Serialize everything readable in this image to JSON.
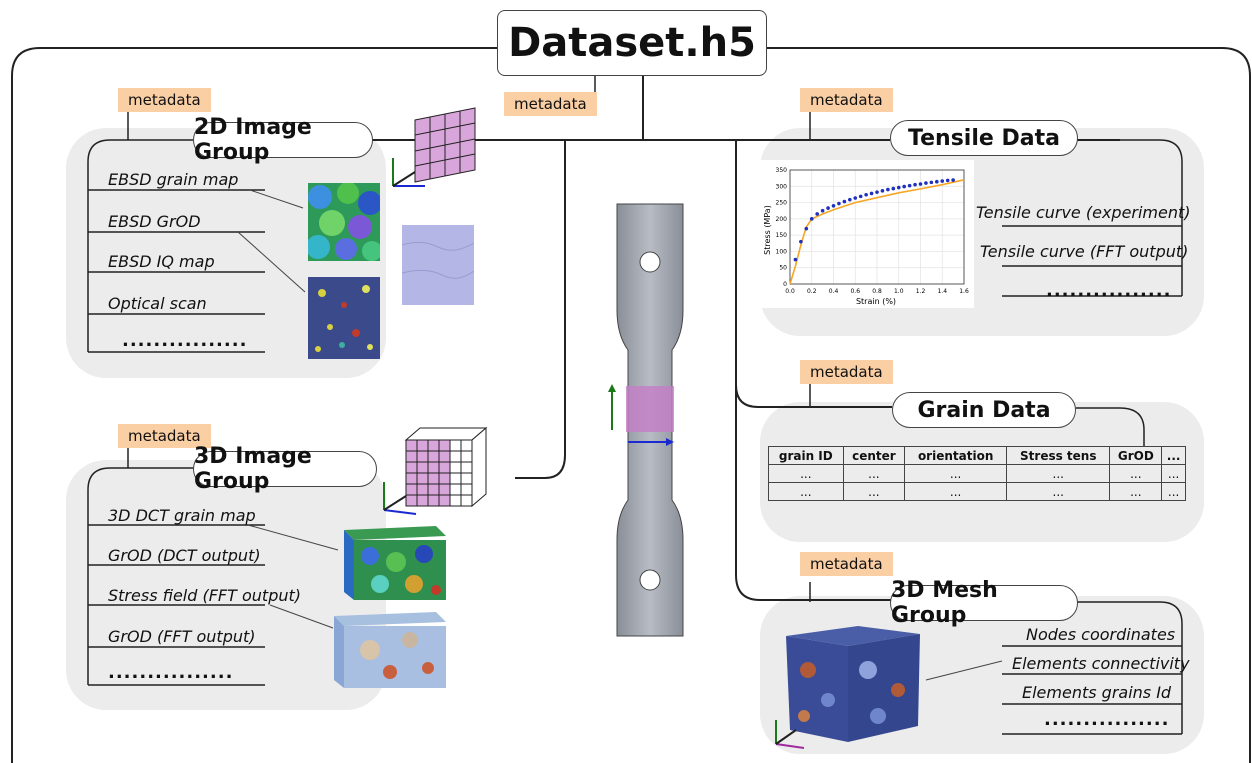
{
  "root": {
    "title": "Dataset.h5",
    "metadata": "metadata"
  },
  "image2d": {
    "label": "2D Image Group",
    "metadata": "metadata",
    "items": [
      "EBSD grain map",
      "EBSD GrOD",
      "EBSD IQ map",
      "Optical scan"
    ],
    "ellipsis": "................"
  },
  "image3d": {
    "label": "3D Image Group",
    "metadata": "metadata",
    "items": [
      "3D DCT grain map",
      "GrOD (DCT output)",
      "Stress field (FFT output)",
      "GrOD (FFT output)"
    ],
    "ellipsis": "................"
  },
  "tensile": {
    "label": "Tensile Data",
    "metadata": "metadata",
    "items": [
      "Tensile curve (experiment)",
      "Tensile curve (FFT output)"
    ],
    "ellipsis": "................"
  },
  "grain": {
    "label": "Grain Data",
    "metadata": "metadata",
    "headers": [
      "grain ID",
      "center",
      "orientation",
      "Stress tens",
      "GrOD",
      "..."
    ],
    "rows": [
      [
        "...",
        "...",
        "...",
        "...",
        "...",
        "..."
      ],
      [
        "...",
        "...",
        "...",
        "...",
        "...",
        "..."
      ]
    ]
  },
  "mesh": {
    "label": "3D Mesh  Group",
    "metadata": "metadata",
    "items": [
      "Nodes coordinates",
      "Elements connectivity",
      "Elements  grains Id"
    ],
    "ellipsis": "................"
  },
  "chart_data": {
    "type": "line",
    "xlabel": "Strain (%)",
    "ylabel": "Stress (MPa)",
    "xlim": [
      0,
      1.6
    ],
    "ylim": [
      0,
      350
    ],
    "xticks": [
      0.0,
      0.2,
      0.4,
      0.6,
      0.8,
      1.0,
      1.2,
      1.4,
      1.6
    ],
    "yticks": [
      0,
      50,
      100,
      150,
      200,
      250,
      300,
      350
    ],
    "grid": true,
    "series": [
      {
        "style": "line",
        "color": "#f5a623",
        "x": [
          0,
          0.05,
          0.1,
          0.15,
          0.2,
          0.3,
          0.4,
          0.6,
          0.8,
          1.0,
          1.2,
          1.4,
          1.6
        ],
        "y": [
          0,
          55,
          120,
          175,
          200,
          215,
          228,
          250,
          265,
          280,
          292,
          305,
          320
        ]
      },
      {
        "style": "markers",
        "color": "#1f2fbf",
        "x": [
          0.05,
          0.1,
          0.15,
          0.2,
          0.25,
          0.3,
          0.35,
          0.4,
          0.45,
          0.5,
          0.55,
          0.6,
          0.65,
          0.7,
          0.75,
          0.8,
          0.85,
          0.9,
          0.95,
          1.0,
          1.05,
          1.1,
          1.15,
          1.2,
          1.25,
          1.3,
          1.35,
          1.4,
          1.45,
          1.5
        ],
        "y": [
          75,
          130,
          170,
          200,
          215,
          225,
          233,
          240,
          247,
          253,
          259,
          264,
          269,
          274,
          278,
          282,
          286,
          290,
          293,
          296,
          299,
          302,
          305,
          307,
          310,
          312,
          314,
          316,
          318,
          319
        ]
      }
    ]
  }
}
